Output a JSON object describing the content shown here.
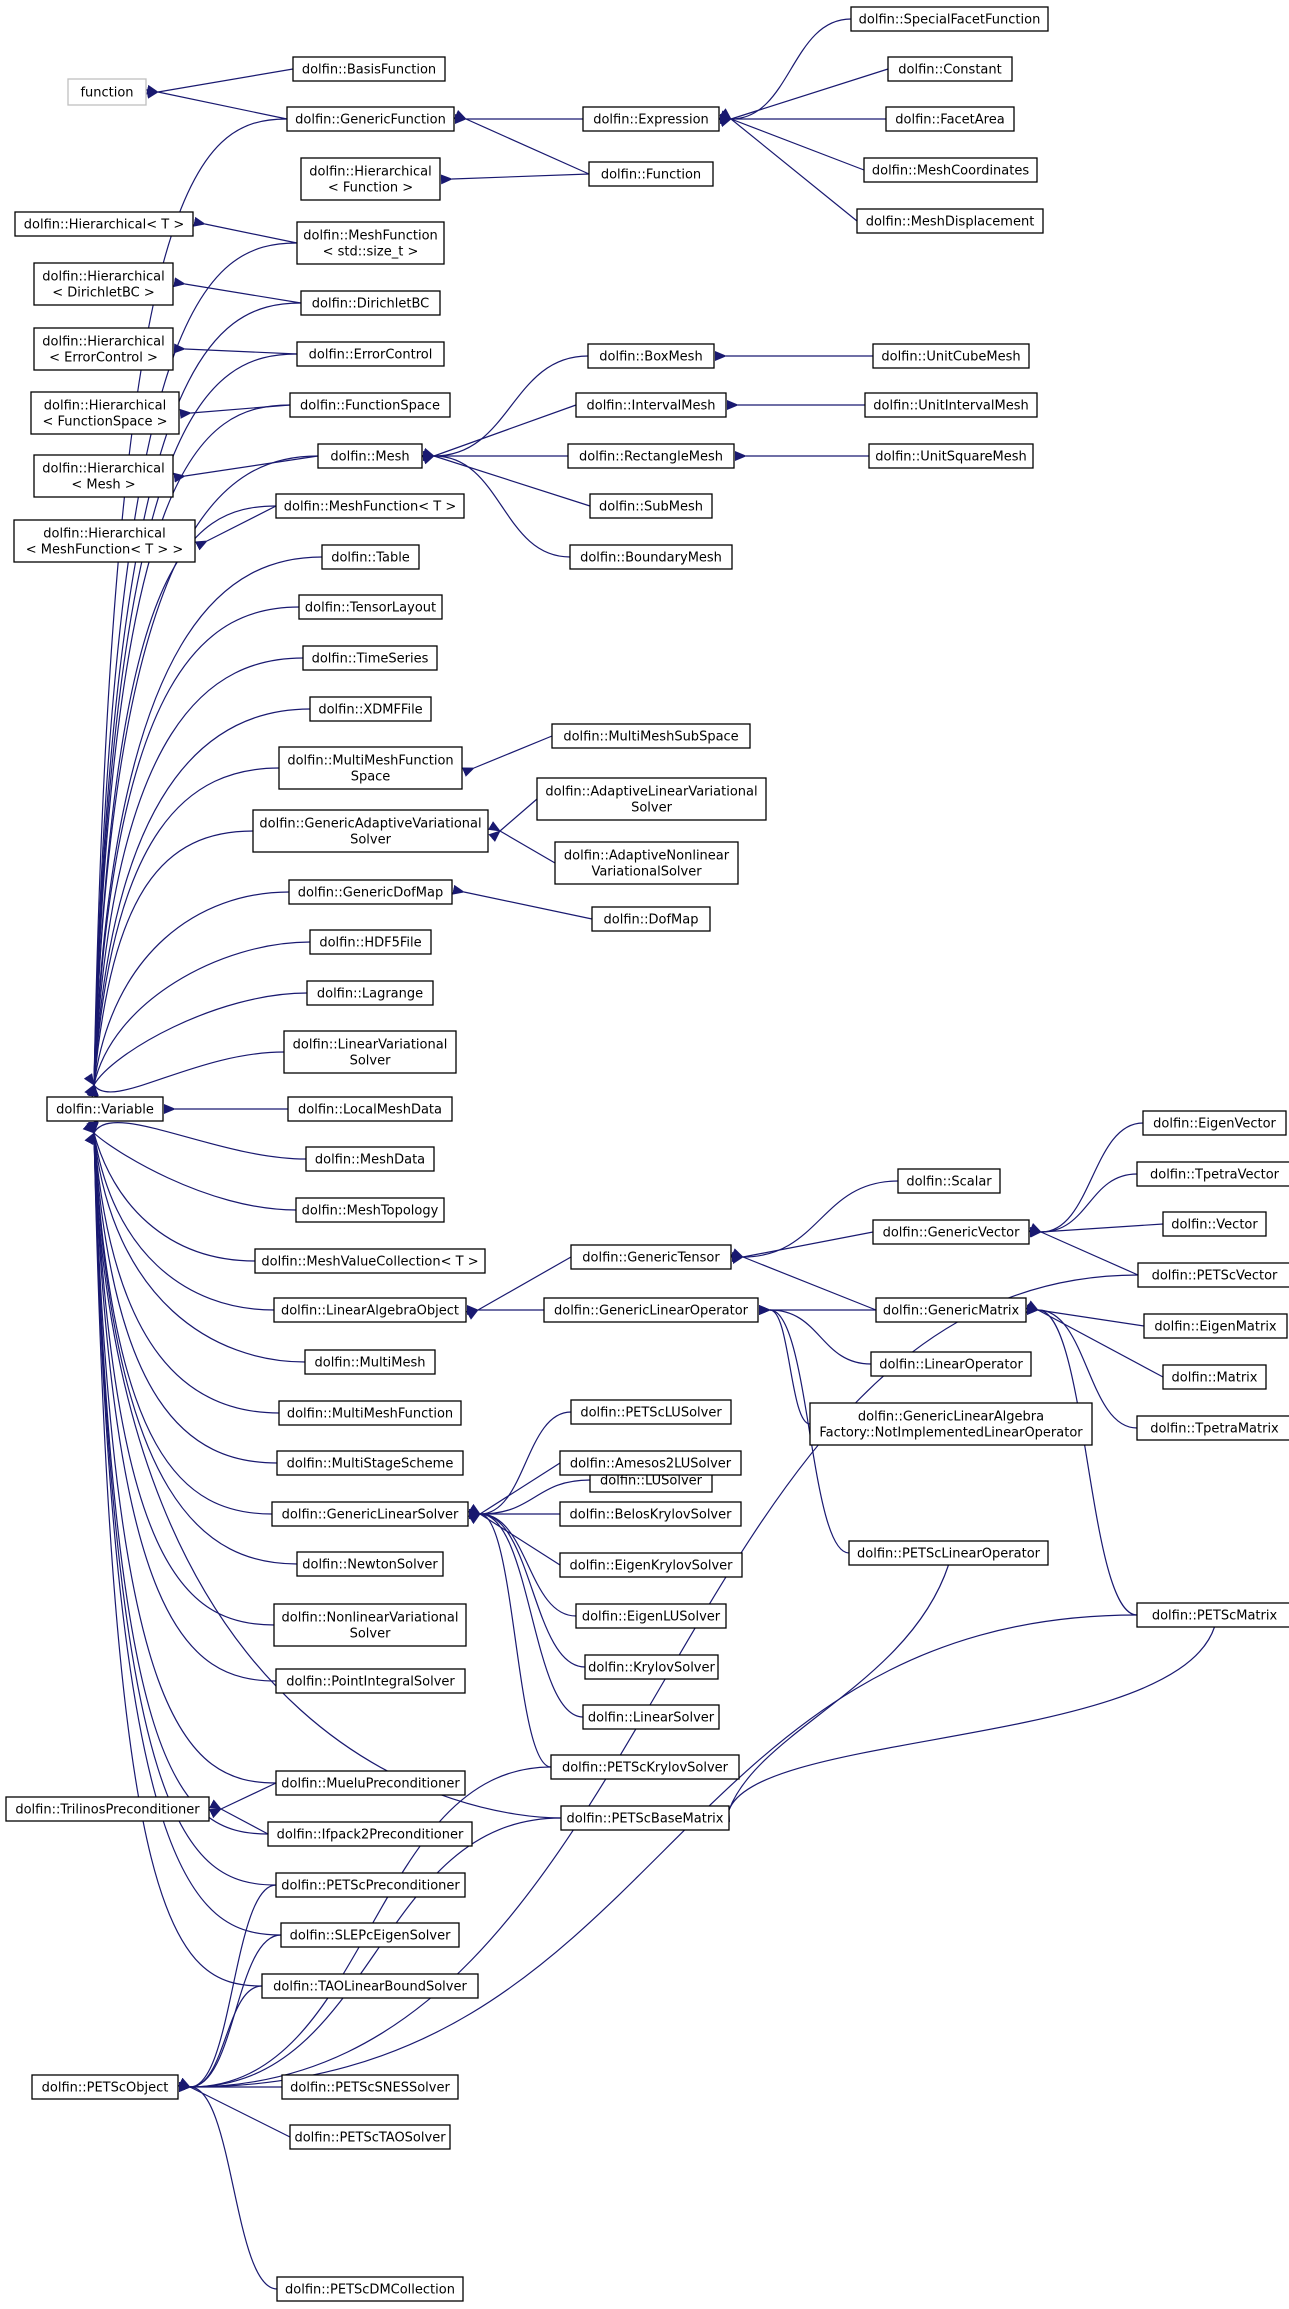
{
  "colors": {
    "edge": "#191970",
    "node_border": "#000000",
    "external_border": "#bfbfbf",
    "background": "#ffffff"
  },
  "nodes": {
    "function": [
      "function"
    ],
    "basisfunction": [
      "dolfin::BasisFunction"
    ],
    "genericfunction": [
      "dolfin::GenericFunction"
    ],
    "expression": [
      "dolfin::Expression"
    ],
    "specialfacetfunction": [
      "dolfin::SpecialFacetFunction"
    ],
    "constant": [
      "dolfin::Constant"
    ],
    "facetarea": [
      "dolfin::FacetArea"
    ],
    "meshcoordinates": [
      "dolfin::MeshCoordinates"
    ],
    "meshdisplacement": [
      "dolfin::MeshDisplacement"
    ],
    "hier_function": [
      "dolfin::Hierarchical",
      "< Function >"
    ],
    "function_cls": [
      "dolfin::Function"
    ],
    "hier_t": [
      "dolfin::Hierarchical< T >"
    ],
    "meshfunction_size_t": [
      "dolfin::MeshFunction",
      "< std::size_t >"
    ],
    "hier_dirichletbc": [
      "dolfin::Hierarchical",
      "< DirichletBC >"
    ],
    "dirichletbc": [
      "dolfin::DirichletBC"
    ],
    "hier_errorcontrol": [
      "dolfin::Hierarchical",
      "< ErrorControl >"
    ],
    "errorcontrol": [
      "dolfin::ErrorControl"
    ],
    "hier_functionspace": [
      "dolfin::Hierarchical",
      "< FunctionSpace >"
    ],
    "functionspace": [
      "dolfin::FunctionSpace"
    ],
    "hier_mesh": [
      "dolfin::Hierarchical",
      "< Mesh >"
    ],
    "mesh": [
      "dolfin::Mesh"
    ],
    "hier_meshfunction_t": [
      "dolfin::Hierarchical",
      "< MeshFunction< T > >"
    ],
    "meshfunction_t": [
      "dolfin::MeshFunction< T >"
    ],
    "boxmesh": [
      "dolfin::BoxMesh"
    ],
    "unitcubemesh": [
      "dolfin::UnitCubeMesh"
    ],
    "intervalmesh": [
      "dolfin::IntervalMesh"
    ],
    "unitintervalmesh": [
      "dolfin::UnitIntervalMesh"
    ],
    "rectanglemesh": [
      "dolfin::RectangleMesh"
    ],
    "unitsquaremesh": [
      "dolfin::UnitSquareMesh"
    ],
    "submesh": [
      "dolfin::SubMesh"
    ],
    "boundarymesh": [
      "dolfin::BoundaryMesh"
    ],
    "table": [
      "dolfin::Table"
    ],
    "tensorlayout": [
      "dolfin::TensorLayout"
    ],
    "timeseries": [
      "dolfin::TimeSeries"
    ],
    "xdmffile": [
      "dolfin::XDMFFile"
    ],
    "multimeshfunctionspace": [
      "dolfin::MultiMeshFunction",
      "Space"
    ],
    "multimeshsubspace": [
      "dolfin::MultiMeshSubSpace"
    ],
    "genericadaptivevariationalsolver": [
      "dolfin::GenericAdaptiveVariational",
      "Solver"
    ],
    "adaptivelinearvariationalsolver": [
      "dolfin::AdaptiveLinearVariational",
      "Solver"
    ],
    "adaptivenonlinearvariationalsolver": [
      "dolfin::AdaptiveNonlinear",
      "VariationalSolver"
    ],
    "genericdofmap": [
      "dolfin::GenericDofMap"
    ],
    "dofmap": [
      "dolfin::DofMap"
    ],
    "hdf5file": [
      "dolfin::HDF5File"
    ],
    "lagrange": [
      "dolfin::Lagrange"
    ],
    "linearvariationalsolver": [
      "dolfin::LinearVariational",
      "Solver"
    ],
    "variable": [
      "dolfin::Variable"
    ],
    "localmeshdata": [
      "dolfin::LocalMeshData"
    ],
    "meshdata": [
      "dolfin::MeshData"
    ],
    "meshtopology": [
      "dolfin::MeshTopology"
    ],
    "meshvaluecollection": [
      "dolfin::MeshValueCollection< T >"
    ],
    "genericTensor": [
      "dolfin::GenericTensor"
    ],
    "scalar": [
      "dolfin::Scalar"
    ],
    "genericvector": [
      "dolfin::GenericVector"
    ],
    "eigenvector": [
      "dolfin::EigenVector"
    ],
    "tpetravector": [
      "dolfin::TpetraVector"
    ],
    "vector": [
      "dolfin::Vector"
    ],
    "petscvector": [
      "dolfin::PETScVector"
    ],
    "linearalgebraobject": [
      "dolfin::LinearAlgebraObject"
    ],
    "genericlinearoperator": [
      "dolfin::GenericLinearOperator"
    ],
    "genericmatrix": [
      "dolfin::GenericMatrix"
    ],
    "eigenmatrix": [
      "dolfin::EigenMatrix"
    ],
    "matrix": [
      "dolfin::Matrix"
    ],
    "tpetramatrix": [
      "dolfin::TpetraMatrix"
    ],
    "linearoperator": [
      "dolfin::LinearOperator"
    ],
    "notimplementedlinearoperator": [
      "dolfin::GenericLinearAlgebra",
      "Factory::NotImplementedLinearOperator"
    ],
    "multimesh": [
      "dolfin::MultiMesh"
    ],
    "multimeshfunction": [
      "dolfin::MultiMeshFunction"
    ],
    "multistagescheme": [
      "dolfin::MultiStageScheme"
    ],
    "genericlinearsolver": [
      "dolfin::GenericLinearSolver"
    ],
    "lusolver": [
      "dolfin::LUSolver"
    ],
    "petsclusolver": [
      "dolfin::PETScLUSolver"
    ],
    "amesos2lusolver": [
      "dolfin::Amesos2LUSolver"
    ],
    "beloskrylovsolver": [
      "dolfin::BelosKrylovSolver"
    ],
    "eigenkrylovsolver": [
      "dolfin::EigenKrylovSolver"
    ],
    "eigenlusolver": [
      "dolfin::EigenLUSolver"
    ],
    "krylovsolver": [
      "dolfin::KrylovSolver"
    ],
    "linearsolver": [
      "dolfin::LinearSolver"
    ],
    "petsclinearoperator": [
      "dolfin::PETScLinearOperator"
    ],
    "petscmatrix": [
      "dolfin::PETScMatrix"
    ],
    "newtonsolver": [
      "dolfin::NewtonSolver"
    ],
    "nonlinearvariationalsolver": [
      "dolfin::NonlinearVariational",
      "Solver"
    ],
    "pointintegralsolver": [
      "dolfin::PointIntegralSolver"
    ],
    "petsckrylovsolver": [
      "dolfin::PETScKrylovSolver"
    ],
    "petscbasematrix": [
      "dolfin::PETScBaseMatrix"
    ],
    "trilinospreconditioner": [
      "dolfin::TrilinosPreconditioner"
    ],
    "muelupreconditioner": [
      "dolfin::MueluPreconditioner"
    ],
    "ifpack2preconditioner": [
      "dolfin::Ifpack2Preconditioner"
    ],
    "petscpreconditioner": [
      "dolfin::PETScPreconditioner"
    ],
    "slepceigensolver": [
      "dolfin::SLEPcEigenSolver"
    ],
    "taolinearboundsolver": [
      "dolfin::TAOLinearBoundSolver"
    ],
    "petscobject": [
      "dolfin::PETScObject"
    ],
    "petscsnessolver": [
      "dolfin::PETScSNESSolver"
    ],
    "petsctaosolver": [
      "dolfin::PETScTAOSolver"
    ],
    "petscdmcollection": [
      "dolfin::PETScDMCollection"
    ]
  }
}
